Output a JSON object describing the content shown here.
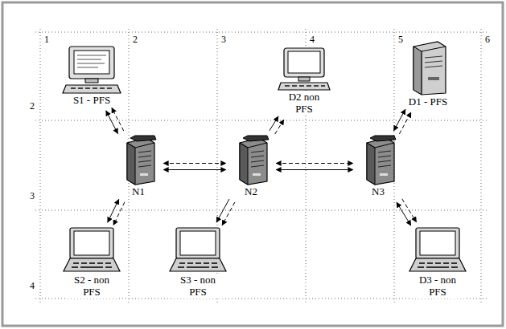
{
  "diagram": {
    "nodes": [
      {
        "text": [
          "S1 - PFS"
        ]
      },
      {
        "text": [
          "D2 non PFS"
        ]
      },
      {
        "text": [
          "D1 - PFS"
        ]
      },
      {
        "text": [
          "N1"
        ]
      },
      {
        "text": [
          "N2"
        ]
      },
      {
        "text": [
          "N3"
        ]
      },
      {
        "text": [
          "S2 - non PFS"
        ]
      },
      {
        "text": [
          "S3 - non PFS"
        ]
      },
      {
        "text": [
          "D3 - non PFS"
        ]
      }
    ],
    "edges": [
      {
        "from": 0,
        "to": 3,
        "arrow": "both"
      },
      {
        "from": 3,
        "to": 0,
        "arrow": "to"
      },
      {
        "from": 3,
        "to": 6,
        "arrow": "both"
      },
      {
        "from": 3,
        "to": 6,
        "arrow": "to"
      },
      {
        "from": 3,
        "to": 4,
        "arrow": "both"
      },
      {
        "from": 3,
        "to": 4,
        "arrow": "both"
      },
      {
        "from": 4,
        "to": 1,
        "arrow": "to"
      },
      {
        "from": 4,
        "to": 1,
        "arrow": "to"
      },
      {
        "from": 4,
        "to": 7,
        "arrow": "to"
      },
      {
        "from": 4,
        "to": 7,
        "arrow": "to"
      },
      {
        "from": 4,
        "to": 5,
        "arrow": "both"
      },
      {
        "from": 4,
        "to": 5,
        "arrow": "both"
      },
      {
        "from": 5,
        "to": 2,
        "arrow": "both"
      },
      {
        "from": 5,
        "to": 2,
        "arrow": "to"
      },
      {
        "from": 5,
        "to": 8,
        "arrow": "both"
      },
      {
        "from": 5,
        "to": 8,
        "arrow": "to"
      }
    ],
    "labels": [
      "1",
      "2",
      "3",
      "4",
      "5",
      "6",
      "2",
      "3",
      "4"
    ]
  }
}
